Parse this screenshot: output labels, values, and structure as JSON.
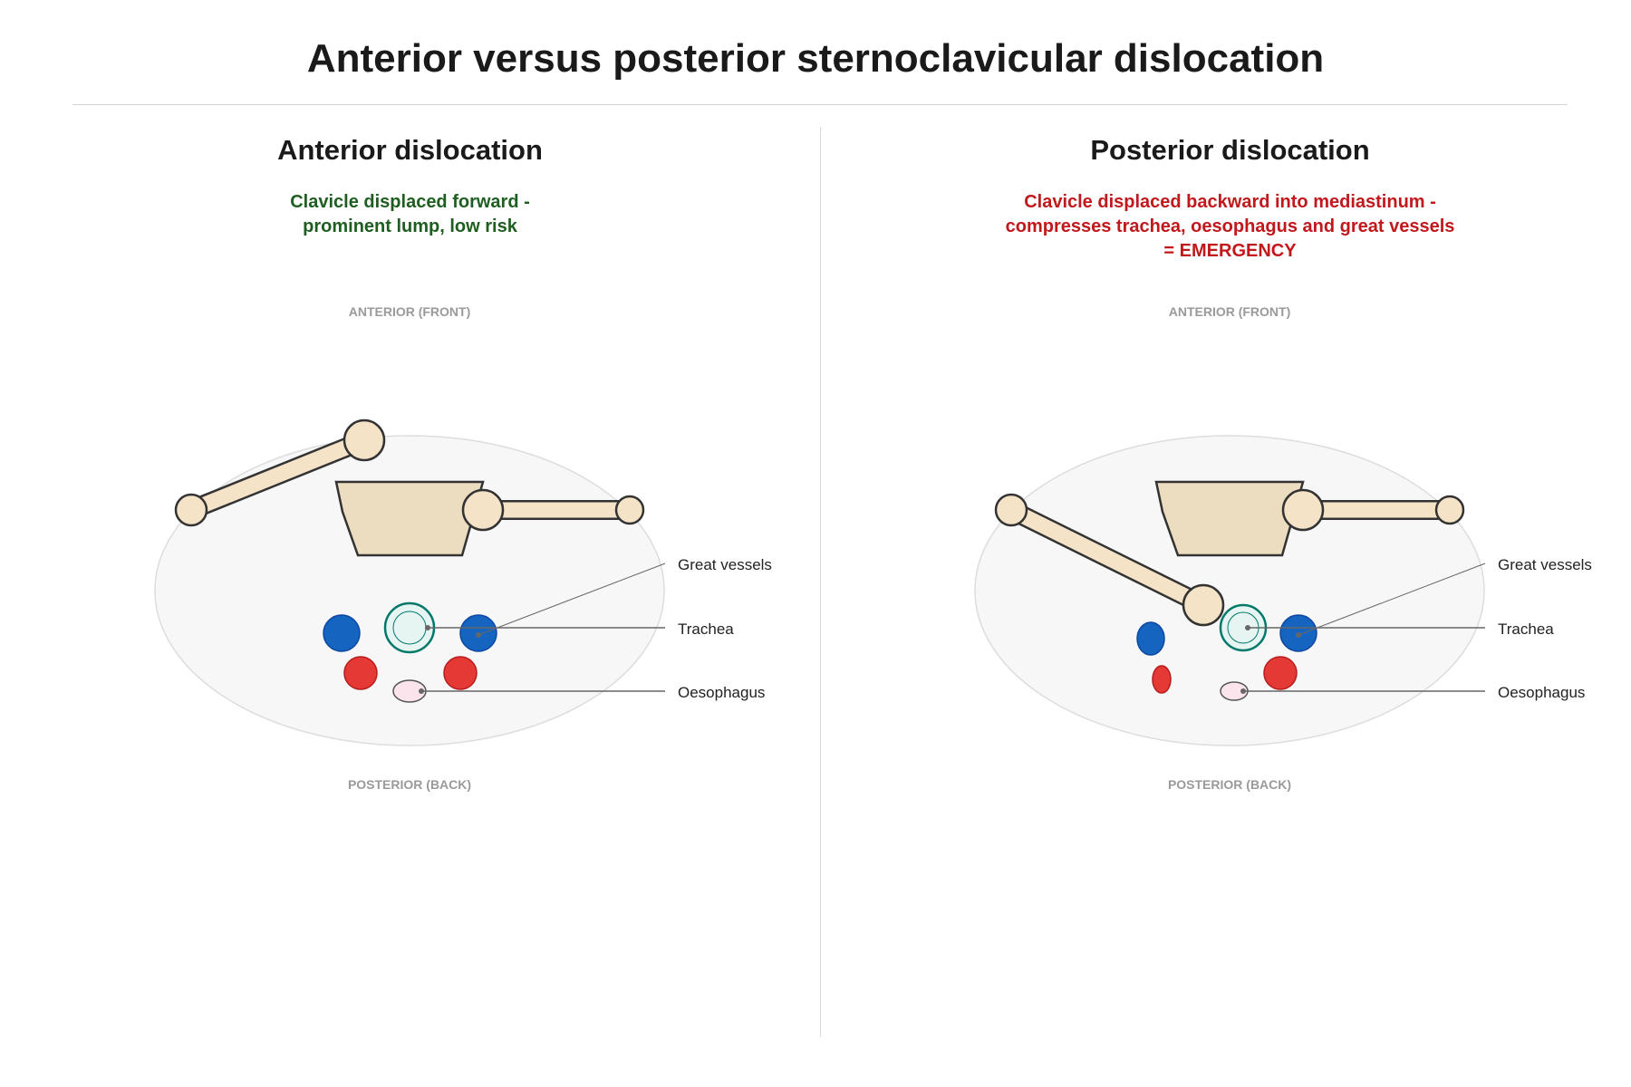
{
  "title": "Anterior versus posterior sternoclavicular dislocation",
  "colors": {
    "bone_fill": "#f5e3c8",
    "sternum_fill": "#ecdcc0",
    "outline": "#333333",
    "vein": "#1565c0",
    "artery": "#e53935",
    "trachea": "#00796b",
    "oesophagus": "#fce4ec",
    "subtitle_green": "#1e5e20",
    "subtitle_red": "#c1181c"
  },
  "panels": {
    "left": {
      "title": "Anterior dislocation",
      "subtitle_lines": [
        "Clavicle displaced forward -",
        "prominent lump, low risk"
      ],
      "top_label": "ANTERIOR (FRONT)",
      "bottom_label": "POSTERIOR (BACK)",
      "callouts": {
        "vessels": "Great vessels",
        "trachea": "Trachea",
        "oesophagus": "Oesophagus"
      }
    },
    "right": {
      "title": "Posterior dislocation",
      "subtitle_lines": [
        "Clavicle displaced backward into mediastinum -",
        "compresses trachea, oesophagus and great vessels",
        "= EMERGENCY"
      ],
      "top_label": "ANTERIOR (FRONT)",
      "bottom_label": "POSTERIOR (BACK)",
      "callouts": {
        "vessels": "Great vessels",
        "trachea": "Trachea",
        "oesophagus": "Oesophagus"
      }
    }
  }
}
